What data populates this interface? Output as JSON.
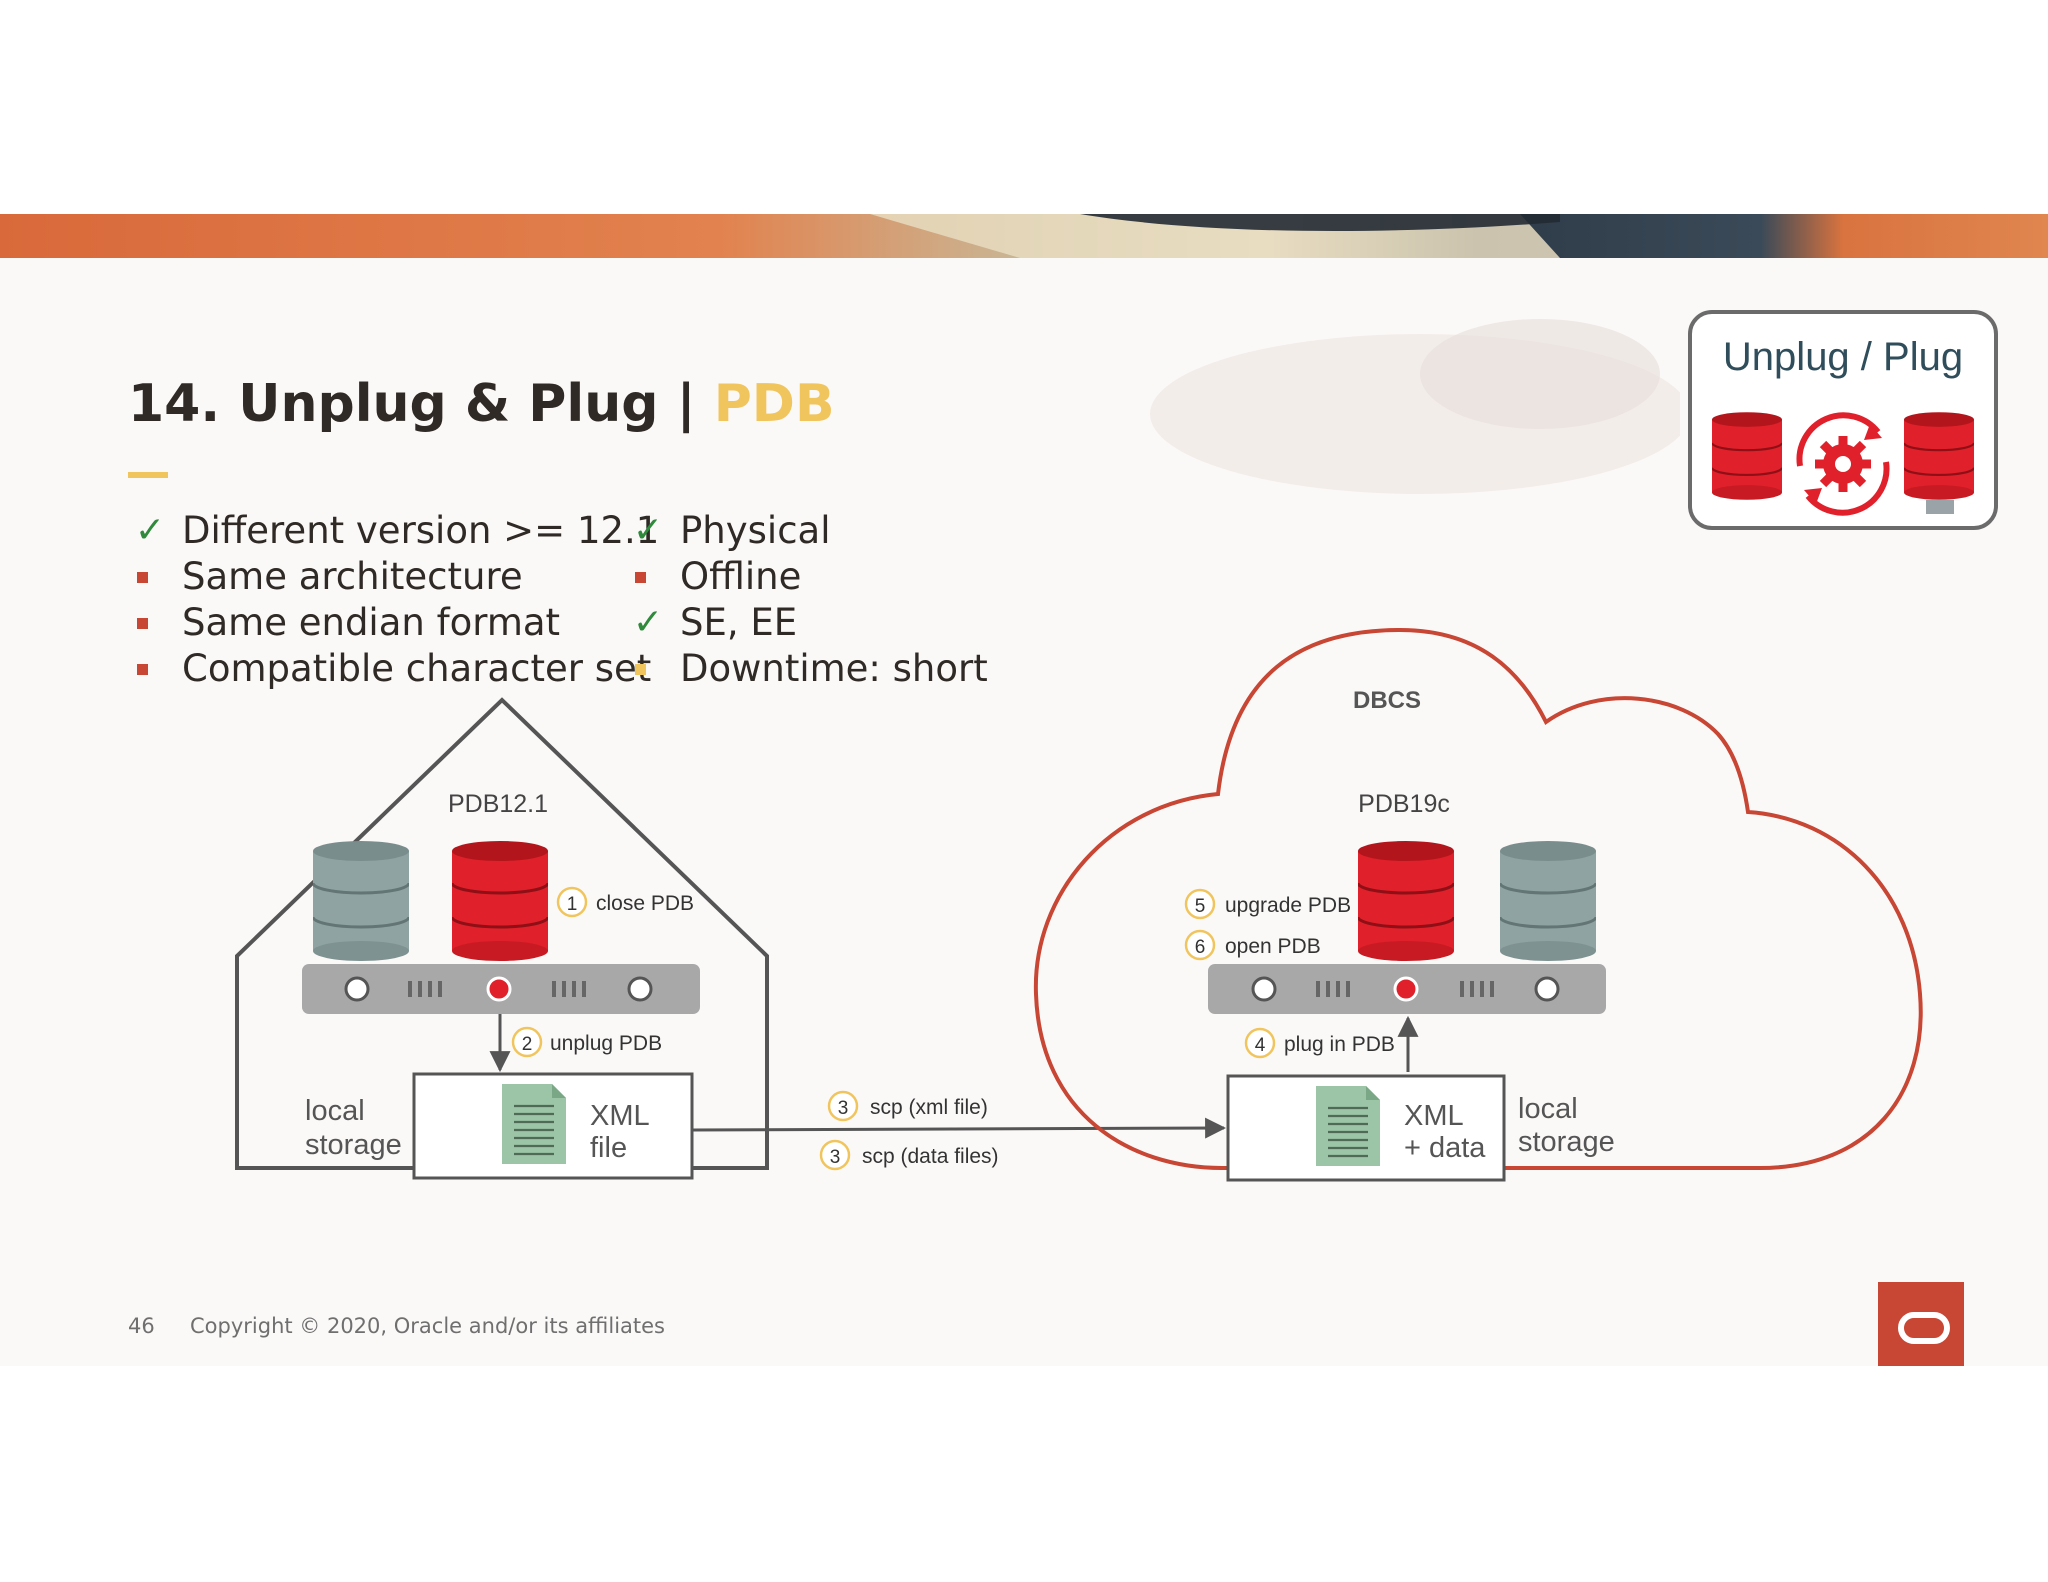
{
  "slide": {
    "title_main": "14. Unplug & Plug | ",
    "title_accent": "PDB",
    "bullets_left": [
      {
        "marker": "check",
        "text": "Different version >= 12.1"
      },
      {
        "marker": "square",
        "text": "Same architecture"
      },
      {
        "marker": "square",
        "text": "Same endian format"
      },
      {
        "marker": "square",
        "text": "Compatible character set"
      }
    ],
    "bullets_right": [
      {
        "marker": "check",
        "text": "Physical"
      },
      {
        "marker": "square",
        "text": "Offline"
      },
      {
        "marker": "check",
        "text": "SE, EE"
      },
      {
        "marker": "square-yellow",
        "text": "Downtime: short"
      }
    ],
    "badge": {
      "label": "Unplug / Plug"
    },
    "footer": {
      "page_number": "46",
      "copyright": "Copyright © 2020, Oracle and/or its affiliates"
    }
  },
  "diagram": {
    "source": {
      "pdb_label": "PDB12.1",
      "storage_label_1": "local",
      "storage_label_2": "storage",
      "file_label_1": "XML",
      "file_label_2": "file"
    },
    "target": {
      "cloud_label": "DBCS",
      "pdb_label": "PDB19c",
      "storage_label_1": "local",
      "storage_label_2": "storage",
      "file_label_1": "XML",
      "file_label_2": "+ data"
    },
    "steps": [
      {
        "num": "1",
        "label": "close PDB"
      },
      {
        "num": "2",
        "label": "unplug PDB"
      },
      {
        "num": "3",
        "label": "scp (xml file)"
      },
      {
        "num": "3",
        "label": "scp (data files)"
      },
      {
        "num": "4",
        "label": "plug in PDB"
      },
      {
        "num": "5",
        "label": "upgrade PDB"
      },
      {
        "num": "6",
        "label": "open PDB"
      }
    ]
  },
  "colors": {
    "accent_yellow": "#f1c55e",
    "oracle_red": "#c74634",
    "db_red": "#e0202a",
    "db_gray": "#8fa3a3",
    "text_dark": "#2f2a26",
    "check_green": "#2f8a3c"
  }
}
